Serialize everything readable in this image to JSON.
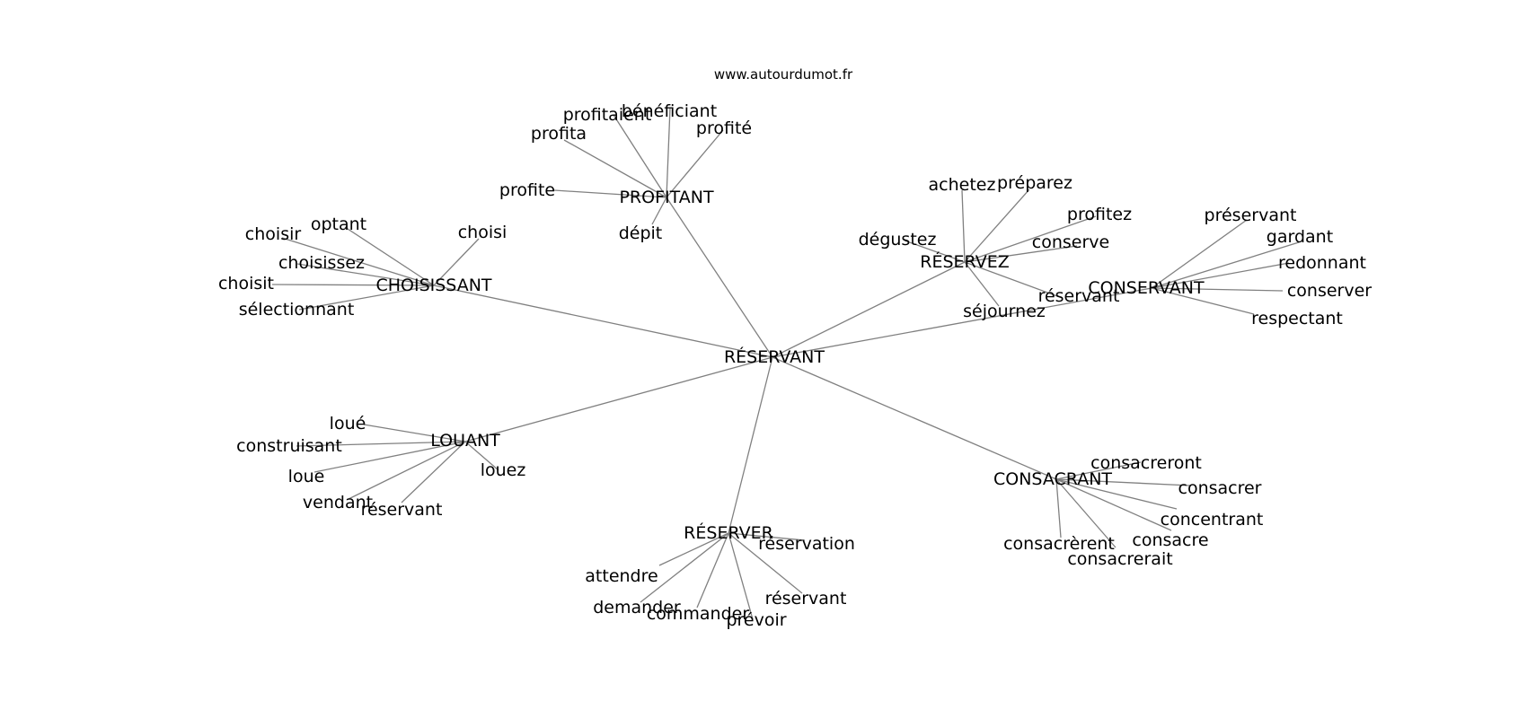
{
  "header": {
    "site": "www.autourdumot.fr"
  },
  "graph": {
    "center": "RÉSERVANT",
    "hubs": [
      {
        "id": "profitant",
        "label": "PROFITANT",
        "leaves": [
          "profita",
          "profitaient",
          "bénéficiant",
          "profité",
          "profite",
          "dépit"
        ]
      },
      {
        "id": "choisissant",
        "label": "CHOISISSANT",
        "leaves": [
          "choisir",
          "optant",
          "choisi",
          "choisissez",
          "choisit",
          "sélectionnant"
        ]
      },
      {
        "id": "reservez",
        "label": "RÉSERVEZ",
        "leaves": [
          "achetez",
          "préparez",
          "profitez",
          "dégustez",
          "conserve",
          "séjournez",
          "réservant"
        ]
      },
      {
        "id": "conservant",
        "label": "CONSERVANT",
        "leaves": [
          "préservant",
          "gardant",
          "redonnant",
          "conserver",
          "respectant"
        ]
      },
      {
        "id": "louant",
        "label": "LOUANT",
        "leaves": [
          "loué",
          "construisant",
          "loue",
          "vendant",
          "réservant",
          "louez"
        ]
      },
      {
        "id": "consacrant",
        "label": "CONSACRANT",
        "leaves": [
          "consacreront",
          "consacrer",
          "concentrant",
          "consacre",
          "consacrèrent",
          "consacrerait"
        ]
      },
      {
        "id": "reserver",
        "label": "RÉSERVER",
        "leaves": [
          "réservation",
          "attendre",
          "demander",
          "commander",
          "prévoir",
          "réservant"
        ]
      }
    ]
  }
}
